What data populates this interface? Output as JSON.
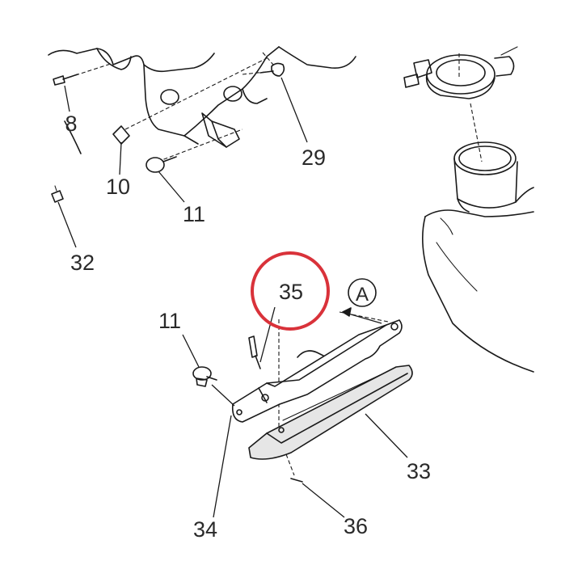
{
  "callouts": {
    "c8": "8",
    "c10": "10",
    "c11_top": "11",
    "c29": "29",
    "c32": "32",
    "c35": "35",
    "c11_bottom": "11",
    "c33": "33",
    "c34": "34",
    "c36": "36",
    "view_a": "A"
  },
  "highlight": {
    "target": "35",
    "color": "#d9323a"
  }
}
